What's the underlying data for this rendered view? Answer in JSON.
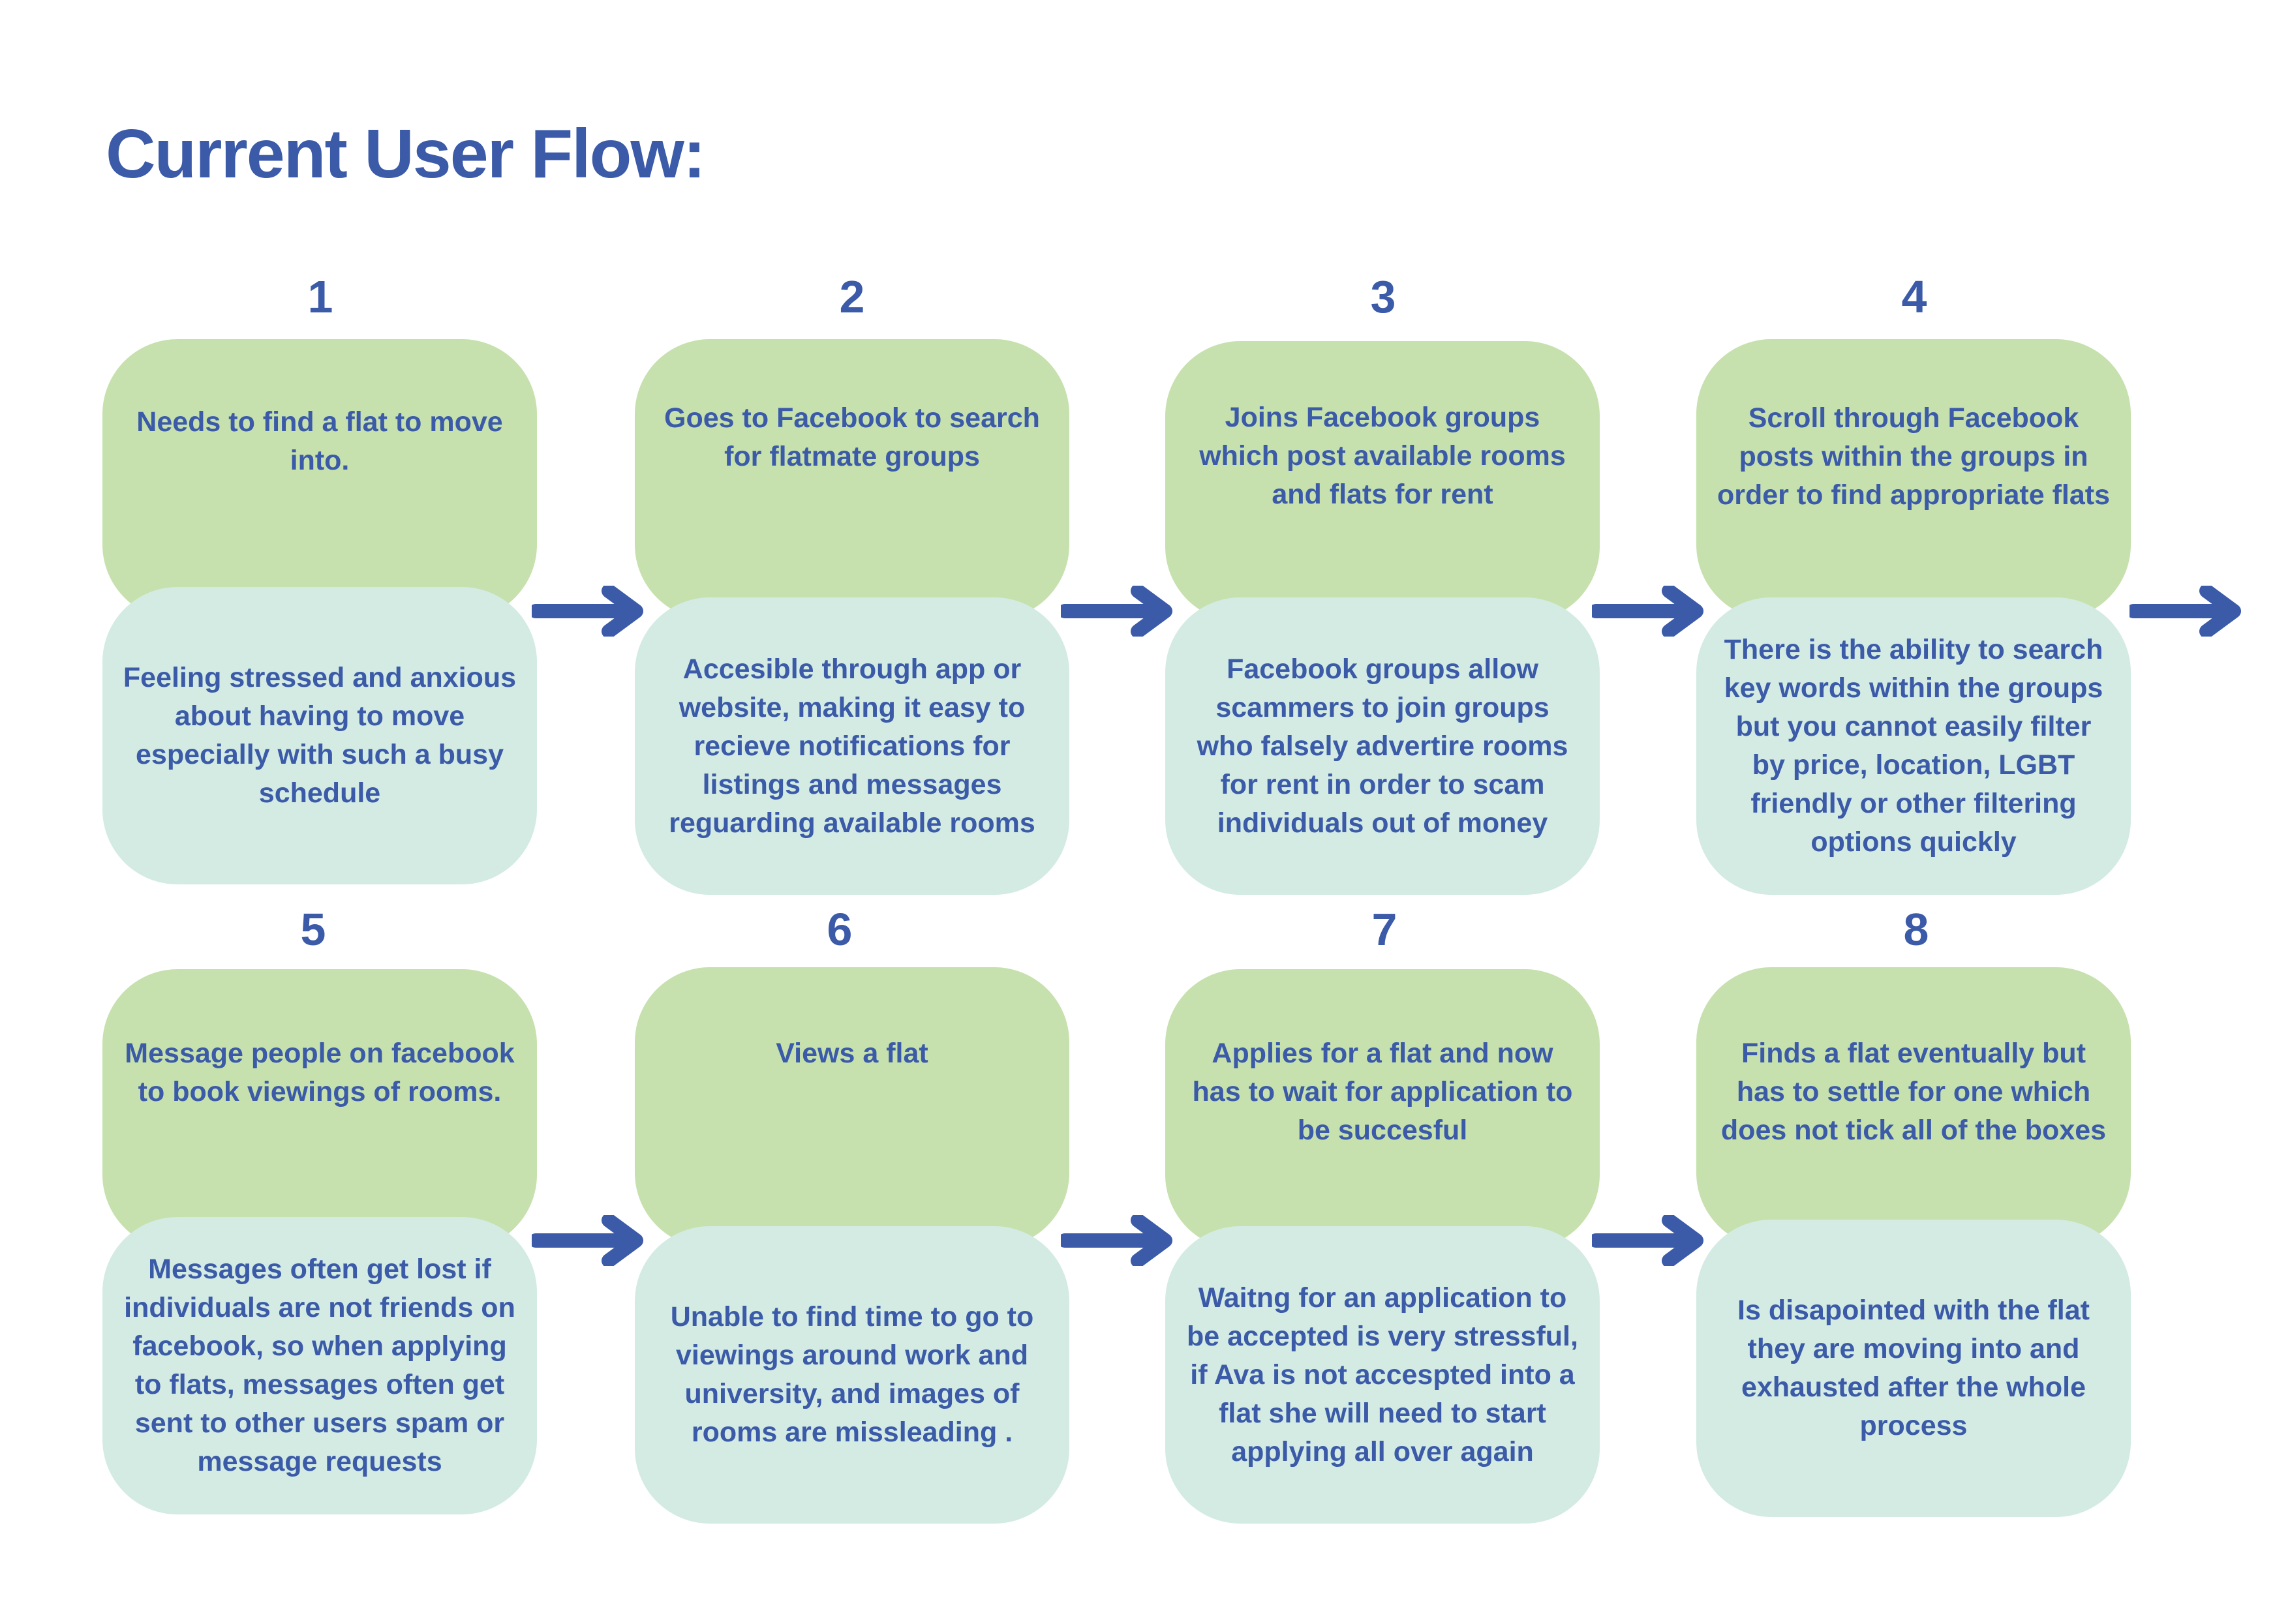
{
  "title": "Current User Flow:",
  "colors": {
    "primary": "#3b5aa8",
    "action_box": "#c6e1ad",
    "feeling_box": "#d3ebe3"
  },
  "steps": [
    {
      "number": "1",
      "action": "Needs to find  a flat to move into.",
      "feeling": "Feeling stressed and anxious about having to move especially with such a busy schedule"
    },
    {
      "number": "2",
      "action": "Goes to Facebook to search for flatmate groups",
      "feeling": "Accesible through app or website, making it easy to recieve notifications for listings and messages reguarding available rooms"
    },
    {
      "number": "3",
      "action": "Joins Facebook groups which post available rooms and flats for rent",
      "feeling": "Facebook groups allow scammers to join groups who falsely advertire rooms for rent in order to scam individuals out of money"
    },
    {
      "number": "4",
      "action": "Scroll through Facebook posts within the groups in order to find appropriate flats",
      "feeling": "There is the ability to search key words within the groups but you cannot easily filter by price, location, LGBT friendly or other filtering options quickly"
    },
    {
      "number": "5",
      "action": "Message people on facebook to book viewings of rooms.",
      "feeling": "Messages often get lost if individuals are not friends on facebook, so when applying to flats, messages often get sent to other users spam or message requests"
    },
    {
      "number": "6",
      "action": "Views a flat",
      "feeling": "Unable to find time to go to viewings around work and university, and images of rooms are missleading ."
    },
    {
      "number": "7",
      "action": "Applies for a flat and now has to wait for application to be succesful",
      "feeling": "Waitng for an application to be accepted is very stressful, if Ava is not accespted into a flat she will need to start applying all over again"
    },
    {
      "number": "8",
      "action": "Finds a flat eventually but has to settle for one which does not tick all of the boxes",
      "feeling": "Is disapointed with the flat they are moving into and exhausted after the whole process"
    }
  ]
}
